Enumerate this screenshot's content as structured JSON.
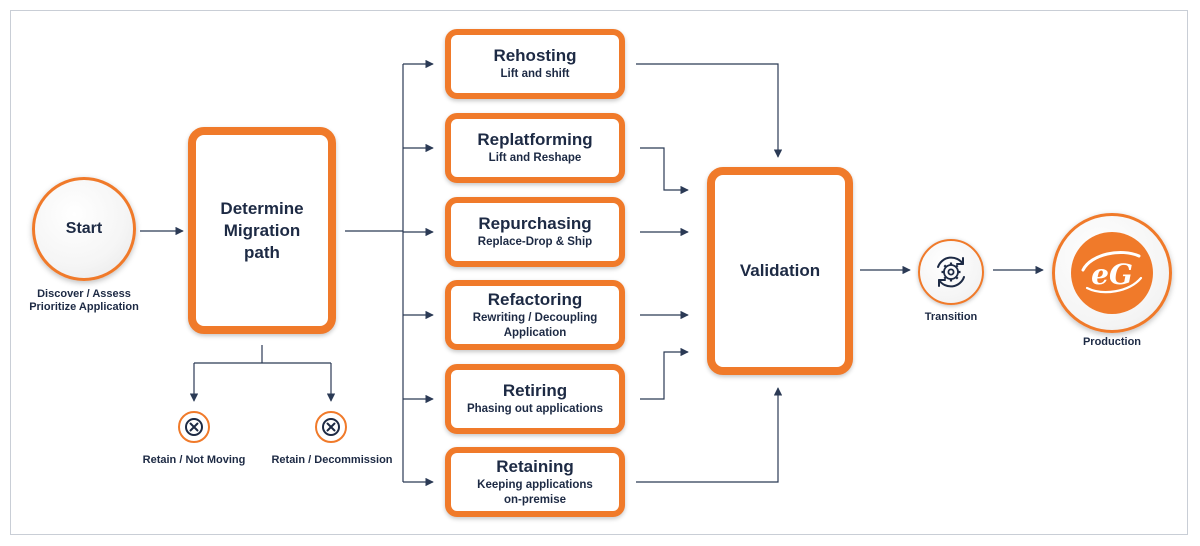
{
  "start": {
    "label": "Start",
    "caption_line1": "Discover / Assess",
    "caption_line2": "Prioritize Application"
  },
  "determine": {
    "line1": "Determine",
    "line2": "Migration",
    "line3": "path"
  },
  "retain_options": [
    {
      "label": "Retain / Not Moving",
      "icon": "x-circle-icon"
    },
    {
      "label": "Retain / Decommission",
      "icon": "x-circle-icon"
    }
  ],
  "strategies": [
    {
      "title": "Rehosting",
      "sub1": "Lift and shift",
      "sub2": ""
    },
    {
      "title": "Replatforming",
      "sub1": "Lift and Reshape",
      "sub2": ""
    },
    {
      "title": "Repurchasing",
      "sub1": "Replace-Drop & Ship",
      "sub2": ""
    },
    {
      "title": "Refactoring",
      "sub1": "Rewriting / Decoupling",
      "sub2": "Application"
    },
    {
      "title": "Retiring",
      "sub1": "Phasing out applications",
      "sub2": ""
    },
    {
      "title": "Retaining",
      "sub1": "Keeping applications",
      "sub2": "on-premise"
    }
  ],
  "validation": {
    "label": "Validation"
  },
  "transition": {
    "label": "Transition",
    "icon": "gear-cycle-icon"
  },
  "production": {
    "label": "Production",
    "logo_text": "eG"
  },
  "colors": {
    "orange": "#f07a2a",
    "navy": "#1d2a44",
    "line": "#2b3a55"
  }
}
